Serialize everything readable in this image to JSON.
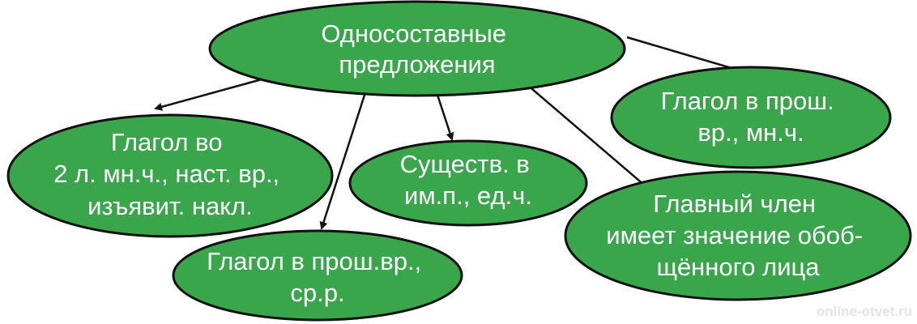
{
  "colors": {
    "node_fill": "#3aa64c",
    "node_stroke": "#111111",
    "text": "#ffffff",
    "arrow": "#111111",
    "background": "#ffffff"
  },
  "root": {
    "lines": [
      "Односоставные",
      "предложения"
    ]
  },
  "nodes": [
    {
      "lines": [
        "Глагол во",
        "2 л. мн.ч., наст. вр.,",
        "изъявит. накл."
      ]
    },
    {
      "lines": [
        "Глагол в прош.вр.,",
        "ср.р."
      ]
    },
    {
      "lines": [
        "Существ. в",
        "им.п., ед.ч."
      ]
    },
    {
      "lines": [
        "Главный член",
        "имеет значение обоб-",
        "щённого лица"
      ]
    },
    {
      "lines": [
        "Глагол в прош.",
        "вр., мн.ч."
      ]
    }
  ],
  "watermark": "online-otvet.ru"
}
